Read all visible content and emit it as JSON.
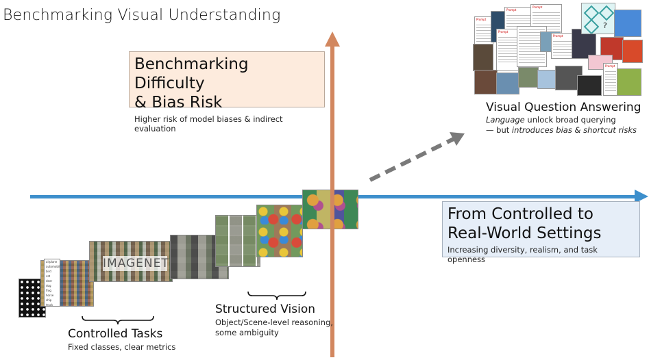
{
  "page": {
    "title": "Benchmarking Visual Understanding"
  },
  "difficulty_box": {
    "title_line1": "Benchmarking Difficulty",
    "title_line2": "& Bias Risk",
    "subtitle": "Higher risk of model biases & indirect evaluation"
  },
  "realworld_box": {
    "title_line1": "From Controlled to",
    "title_line2": "Real-World Settings",
    "subtitle": "Increasing diversity, realism, and task openness"
  },
  "vqa": {
    "title": "Visual Question Answering",
    "line1_em": "Language",
    "line1_rest": " unlock broad querying",
    "line2_prefix": "— but ",
    "line2_em": "introduces bias & shortcut risks"
  },
  "structured": {
    "title": "Structured Vision",
    "line1": "Object/Scene-level reasoning,",
    "line2": "some ambiguity"
  },
  "controlled": {
    "title": "Controlled Tasks",
    "subtitle": "Fixed classes, clear metrics"
  },
  "imagenet_logo": "IMAGENET",
  "class_list": [
    "airplane",
    "automobile",
    "bird",
    "cat",
    "deer",
    "dog",
    "frog",
    "horse",
    "ship",
    "truck"
  ],
  "vqa_prompt_label": "Prompt",
  "colors": {
    "horizontal_axis": "#3d8fcc",
    "vertical_axis": "#d2875f",
    "difficulty_box_fill": "#fdebdd",
    "realworld_box_fill": "#e6eef8",
    "dashed_arrow": "#7a7a7a"
  }
}
